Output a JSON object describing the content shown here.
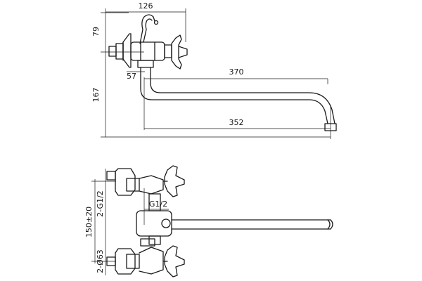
{
  "top_view": {
    "dims": {
      "width_handle": "126",
      "height_upper": "79",
      "offset": "57",
      "spout_length": "370",
      "height_lower": "167",
      "spout_reach": "352"
    }
  },
  "front_view": {
    "dims": {
      "inlet_thread": "2-G1/2",
      "center_distance": "150±20",
      "inlet_pipe": "2-Ø63",
      "outlet_thread": "G1/2"
    }
  }
}
